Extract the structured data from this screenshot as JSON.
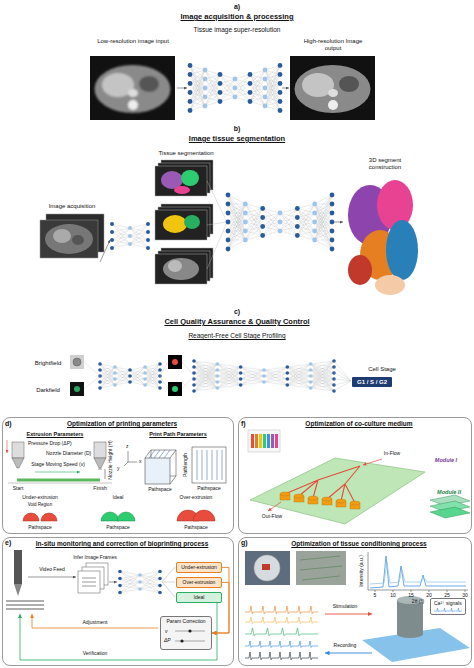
{
  "diagram": {
    "nodes": [
      {
        "text": [
          "G1 / S / G2"
        ]
      },
      {
        "text": [
          "Optimization of printing parameters"
        ]
      },
      {
        "text": [
          "Optimization of co-culture medium"
        ]
      },
      {
        "text": [
          "In-situ monitoring and correction of bioprinting process"
        ]
      },
      {
        "text": [
          "Under-extrusion"
        ],
        "in": 3
      },
      {
        "text": [
          "Over-extrusion"
        ],
        "in": 3
      },
      {
        "text": [
          "Ideal"
        ],
        "in": 3
      },
      {
        "text": [
          "Param Correction",
          "v",
          "ΔP"
        ],
        "in": 3
      },
      {
        "text": [
          "Optimization of tissue conditioning process"
        ]
      },
      {
        "text": [
          "Ca²⁺ signals"
        ],
        "in": 8
      }
    ],
    "edges": [
      {
        "from": 4,
        "to": 7,
        "arrow": "to"
      },
      {
        "from": 5,
        "to": 7,
        "arrow": "to"
      }
    ],
    "labels": [
      "a)",
      "Image acquisition & processing",
      "Tissue image super-resolution",
      "Low-resolution image input",
      "High-resolution Image output",
      "b)",
      "Image tissue segmentation",
      "Tissue segmentation",
      "Image acquisition",
      "3D segment construction",
      "c)",
      "Cell Quality Assurance & Quality Control",
      "Reagent-Free Cell Stage Profiling",
      "Brightfield",
      "Darkfield",
      "Cell Stage",
      "d)",
      "Extrusion Parameters",
      "Print Path Parameters",
      "Pressure Drop (ΔP)",
      "Nozzle Diameter (D)",
      "Nozzle Height (H)",
      "Stage Moving Speed (v)",
      "Start",
      "Finish",
      "x",
      "y",
      "z",
      "Pathspace",
      "Pathlength",
      "Pathspace",
      "Under-extrusion",
      "Ideal",
      "Over-extrusion",
      "Void Region",
      "Pathspace",
      "Pathspace",
      "Pathspace",
      "e)",
      "Video Feed",
      "Infer Image Frames",
      "Verification",
      "Adjustment",
      "f)",
      "In-Flow",
      "Out-Flow",
      "Module I",
      "Module II",
      "g)",
      "Intensity (a.u.)",
      "5",
      "10",
      "15",
      "20",
      "25",
      "30",
      "2θ (°)",
      "Stimulation",
      "Recording"
    ]
  }
}
